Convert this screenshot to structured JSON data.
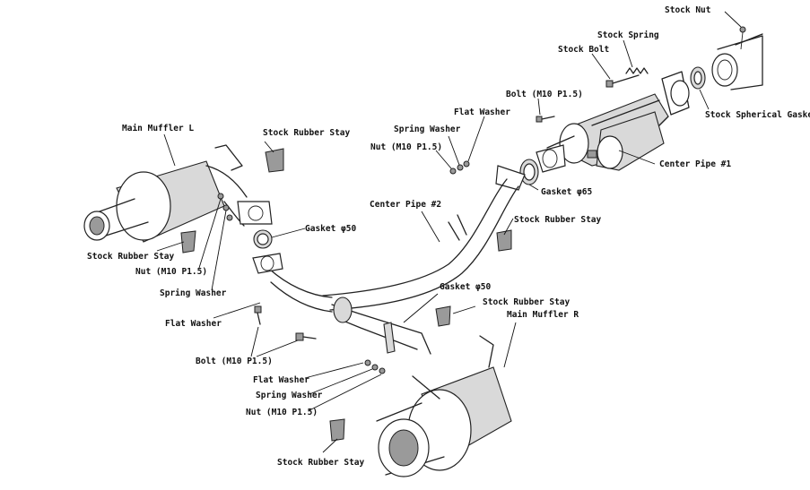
{
  "labels": {
    "stock_nut": "Stock Nut",
    "stock_spring": "Stock Spring",
    "stock_bolt": "Stock Bolt",
    "stock_spherical_gasket": "Stock Spherical Gasket",
    "bolt_top": "Bolt (M10 P1.5)",
    "flat_washer_top": "Flat Washer",
    "spring_washer_top": "Spring Washer",
    "nut_top": "Nut (M10 P1.5)",
    "center_pipe_1": "Center Pipe #1",
    "gasket_65": "Gasket  φ65",
    "center_pipe_2": "Center Pipe #2",
    "stock_rubber_stay_mid": "Stock Rubber Stay",
    "main_muffler_l": "Main Muffler L",
    "stock_rubber_stay_top": "Stock Rubber Stay",
    "gasket_50_top": "Gasket φ50",
    "stock_rubber_stay_left": "Stock Rubber Stay",
    "nut_left": "Nut (M10 P1.5)",
    "spring_washer_left": "Spring Washer",
    "flat_washer_left": "Flat Washer",
    "bolt_bottom": "Bolt (M10 P1.5)",
    "gasket_50_bottom": "Gasket  φ50",
    "stock_rubber_stay_right": "Stock Rubber Stay",
    "main_muffler_r": "Main Muffler R",
    "flat_washer_bottom": "Flat Washer",
    "spring_washer_bottom": "Spring Washer",
    "nut_bottom": "Nut (M10 P1.5)",
    "stock_rubber_stay_bottom": "Stock Rubber Stay"
  }
}
